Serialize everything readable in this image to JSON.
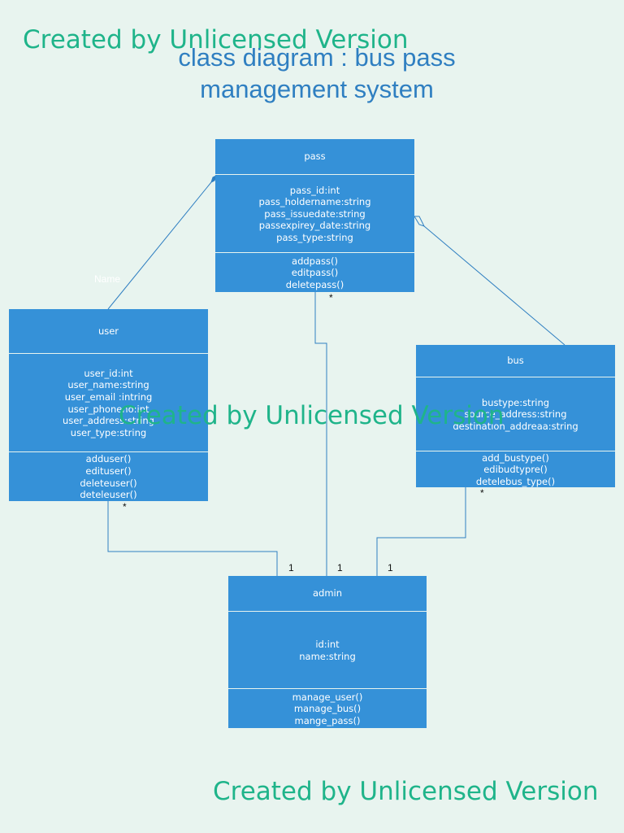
{
  "title": {
    "line1": "class diagram : bus pass",
    "line2": "management system"
  },
  "watermark": "Created by Unlicensed Version",
  "association_label": "Name",
  "classes": {
    "pass": {
      "name": "pass",
      "attributes": [
        "pass_id:int",
        "pass_holdername:string",
        "pass_issuedate:string",
        "passexpirey_date:string",
        "pass_type:string"
      ],
      "methods": [
        "addpass()",
        "editpass()",
        "deletepass()"
      ]
    },
    "user": {
      "name": "user",
      "attributes": [
        "user_id:int",
        "user_name:string",
        "user_email :intring",
        "user_phoneno:int",
        "user_address:string",
        "user_type:string"
      ],
      "methods": [
        "adduser()",
        "edituser()",
        "deleteuser()",
        "deteleuser()"
      ]
    },
    "bus": {
      "name": "bus",
      "attributes": [
        "bustype:string",
        "source_address:string",
        "destination_addreaa:string"
      ],
      "methods": [
        "add_bustype()",
        "edibudtypre()",
        "detelebus_type()"
      ]
    },
    "admin": {
      "name": "admin",
      "attributes": [
        "id:int",
        "name:string"
      ],
      "methods": [
        "manage_user()",
        "manage_bus()",
        "mange_pass()"
      ]
    }
  },
  "multiplicities": {
    "pass_many": "*",
    "user_many": "*",
    "bus_many": "*",
    "admin_user": "1",
    "admin_pass": "1",
    "admin_bus": "1"
  },
  "colors": {
    "class_fill": "#3591d8",
    "line": "#2f7fc1",
    "watermark": "#1fb48a",
    "background": "#e8f4ef"
  }
}
